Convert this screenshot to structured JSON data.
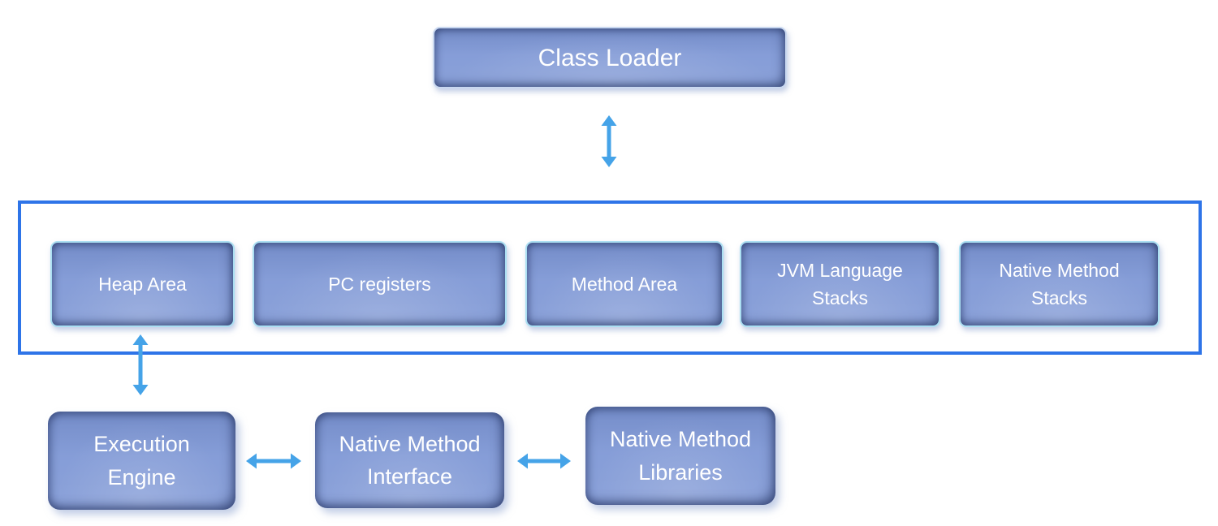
{
  "palette": {
    "box_fill": "#7E97D5",
    "box_rim_cyan": "#ABDFF2",
    "box_rim_light": "#C9D8F0",
    "container_border": "#2E74E8",
    "arrow_blue": "#45A3E8",
    "label_text": "#FFFFFF",
    "background": "#FFFFFF"
  },
  "diagram": {
    "class_loader": {
      "label": "Class Loader"
    },
    "runtime_data_area": {
      "heap_area": {
        "label": "Heap Area"
      },
      "pc_registers": {
        "label": "PC registers"
      },
      "method_area": {
        "label": "Method Area"
      },
      "jvm_language_stacks": {
        "label": "JVM Language Stacks"
      },
      "native_method_stacks": {
        "label": "Native Method Stacks"
      }
    },
    "execution_engine": {
      "label": "Execution Engine"
    },
    "native_method_interface": {
      "label": "Native Method Interface"
    },
    "native_method_libraries": {
      "label": "Native Method Libraries"
    }
  }
}
